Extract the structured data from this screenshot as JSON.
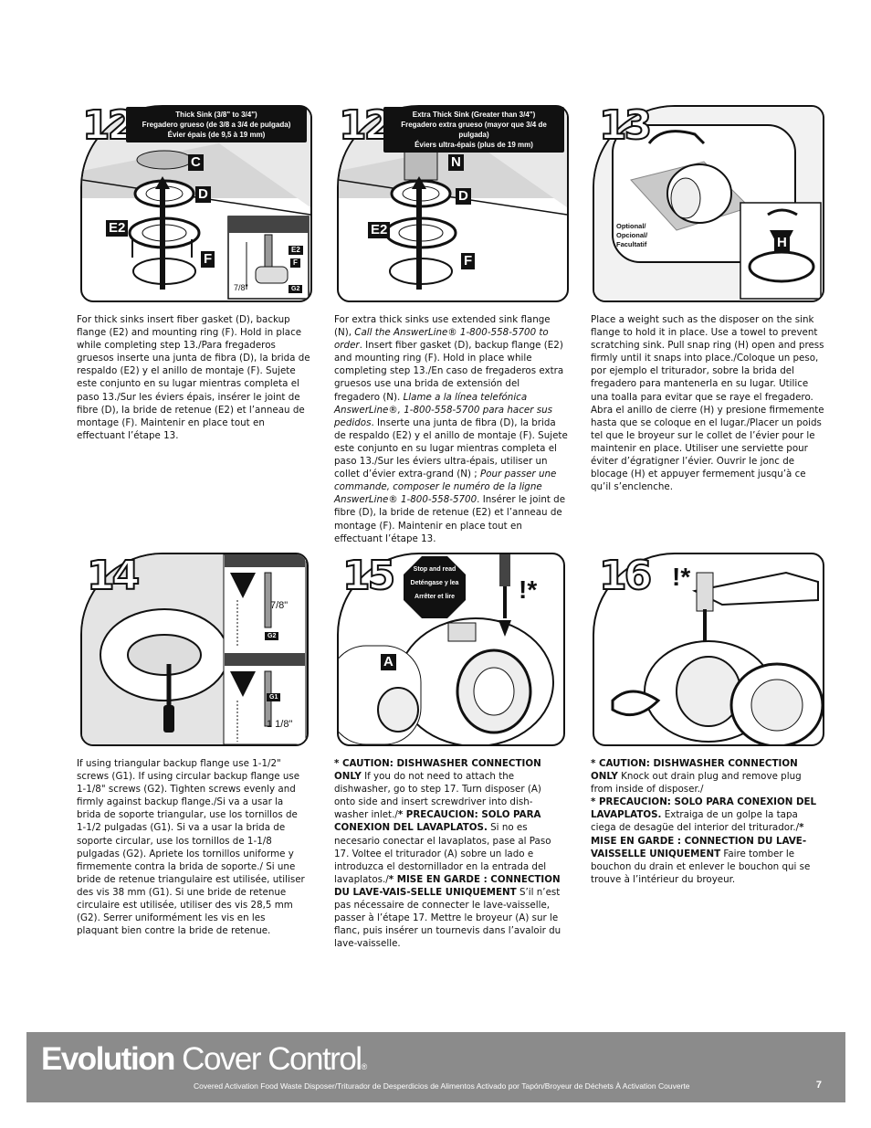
{
  "steps": {
    "s12b": {
      "number": "12B",
      "header": [
        "Thick Sink (3/8\" to 3/4\")",
        "Fregadero grueso (de 3/8 a 3/4 de pulgada)",
        "Évier épais (de 9,5 à 19 mm)"
      ],
      "labels": {
        "c": "C",
        "d": "D",
        "e2": "E2",
        "f": "F",
        "e2_small": "E2",
        "f_small": "F",
        "g2": "G2",
        "dim": "7/8\""
      },
      "text": "For thick sinks insert fiber gasket (D), backup flange (E2) and mounting ring (F). Hold in place while completing step 13./Para fregaderos gruesos inserte una junta de fibra (D), la brida de respaldo (E2) y el anillo de montaje (F). Sujete este conjunto en su lugar mientras completa el paso 13./Sur les éviers épais, insérer le joint de fibre (D), la bride de retenue (E2) et l’anneau de montage (F). Maintenir en place tout en effectuant l’étape 13."
    },
    "s12c": {
      "number": "12C",
      "header": [
        "Extra Thick Sink (Greater than 3/4\")",
        "Fregadero extra grueso (mayor que 3/4 de pulgada)",
        "Éviers ultra-épais (plus de 19 mm)"
      ],
      "labels": {
        "n": "N",
        "d": "D",
        "e2": "E2",
        "f": "F"
      },
      "text_parts": [
        "For extra thick sinks use extended sink flange (N), ",
        "Call the AnswerLine® 1-800-558-5700 to order",
        ". Insert fiber gasket (D), backup flange (E2) and mounting ring (F). Hold in place while completing step 13./En caso de fregaderos extra gruesos use una brida de extensión del fregadero (N). ",
        "Llame a la línea telefónica AnswerLine®, 1-800-558-5700 para hacer sus pedidos",
        ". Inserte una junta de fibra (D), la brida de respaldo (E2) y el anillo de montaje (F). Sujete este conjunto en su lugar mientras completa el paso 13./Sur les éviers ultra-épais, utiliser un collet d’évier extra-grand (N) ; ",
        "Pour passer une commande, composer le numéro de la ligne AnswerLine® 1-800-558-5700",
        ". Insérer le joint de fibre (D), la bride de retenue (E2) et l’anneau de montage (F). Maintenir en place tout en effectuant l’étape 13."
      ]
    },
    "s13": {
      "number": "13",
      "labels": {
        "h": "H",
        "optional": [
          "Optional/",
          "Opcional/",
          "Facultatif"
        ]
      },
      "text": "Place a weight such as the disposer on the sink flange to hold it in place. Use a towel to prevent scratching sink. Pull snap ring (H) open and press firmly until it snaps into place./Coloque un peso, por ejemplo el triturador, sobre la brida del fregadero para mantenerla en su lugar. Utilice una toalla para evitar que se raye el fregadero. Abra el anillo de cierre (H) y presione firmemente hasta que se coloque en el lugar./Placer un poids tel que le broyeur sur le collet de l’évier pour le maintenir en place. Utiliser une serviette pour éviter d’égratigner l’évier. Ouvrir le jonc de blocage (H) et appuyer fermement jusqu’à ce qu’il s’enclenche."
    },
    "s14": {
      "number": "14",
      "labels": {
        "dim1": "7/8\"",
        "dim2": "1 1/8\"",
        "g1": "G1",
        "g2": "G2"
      },
      "text": "If using triangular backup flange use 1-1/2\" screws (G1). If using circular backup flange use 1-1/8\" screws (G2). Tighten screws evenly and firmly against backup flange./Si va a usar la brida de soporte triangular, use los tornillos de 1-1/2 pulgadas (G1). Si va a usar la brida de soporte circular, use los tornillos de 1-1/8 pulgadas (G2). Apriete los tornillos uniforme y firmemente contra la brida de soporte./ Si une bride de retenue triangulaire est utilisée, utiliser des vis 38 mm (G1). Si une bride de retenue circulaire est utilisée, utiliser des vis 28,5 mm (G2). Serrer uniformément les vis en les plaquant bien contre la bride de retenue."
    },
    "s15": {
      "number": "15",
      "stop": [
        "Stop and read",
        "Deténgase y lea",
        "Arrêter et lire"
      ],
      "labels": {
        "a": "A",
        "warn": "!*"
      },
      "text_parts": [
        {
          "b": "* CAUTION: DISHWASHER CONNECTION ONLY"
        },
        {
          "t": " If you do not need to attach the dishwasher, go to step 17. Turn disposer (A) onto side and insert screwdriver into dish-washer inlet./"
        },
        {
          "b": "* PRECAUCION: SOLO PARA CONEXION DEL LAVAPLATOS."
        },
        {
          "t": " Si no es necesario conectar el lavaplatos, pase al Paso 17. Voltee el triturador (A) sobre un lado e introduzca el destornillador en la entrada del lavaplatos./"
        },
        {
          "b": "* MISE EN GARDE : CONNECTION DU LAVE-VAIS-SELLE UNIQUEMENT"
        },
        {
          "t": " S’il n’est pas nécessaire de connecter le lave-vaisselle, passer à l’étape 17. Mettre le broyeur (A) sur le flanc, puis insérer un tournevis dans l’avaloir du lave-vaisselle."
        }
      ]
    },
    "s16": {
      "number": "16",
      "labels": {
        "warn": "!*"
      },
      "text_parts": [
        {
          "b": "* CAUTION: DISHWASHER CONNECTION ONLY"
        },
        {
          "t": " Knock out drain plug and remove plug from inside of disposer./"
        },
        {
          "br": true
        },
        {
          "b": "* PRECAUCION: SOLO PARA CONEXION DEL LAVAPLATOS."
        },
        {
          "t": " Extraiga de un golpe la tapa ciega de desagüe del interior del triturador./"
        },
        {
          "b": "* MISE EN GARDE : CONNECTION DU LAVE-VAISSELLE UNIQUEMENT"
        },
        {
          "t": " Faire tomber le bouchon du drain et enlever le bouchon qui se trouve à l’intérieur du broyeur."
        }
      ]
    }
  },
  "footer": {
    "brand_bold": "Evolution",
    "brand_light": " Cover Control",
    "reg": "®",
    "tagline": "Covered Activation Food Waste Disposer/Triturador de Desperdicios de Alimentos Activado por Tapón/Broyeur de Déchets À Activation Couverte",
    "page": "7"
  },
  "colors": {
    "footer_bg": "#8b8b8b",
    "ink": "#111111",
    "shade": "#cfcfcf"
  }
}
